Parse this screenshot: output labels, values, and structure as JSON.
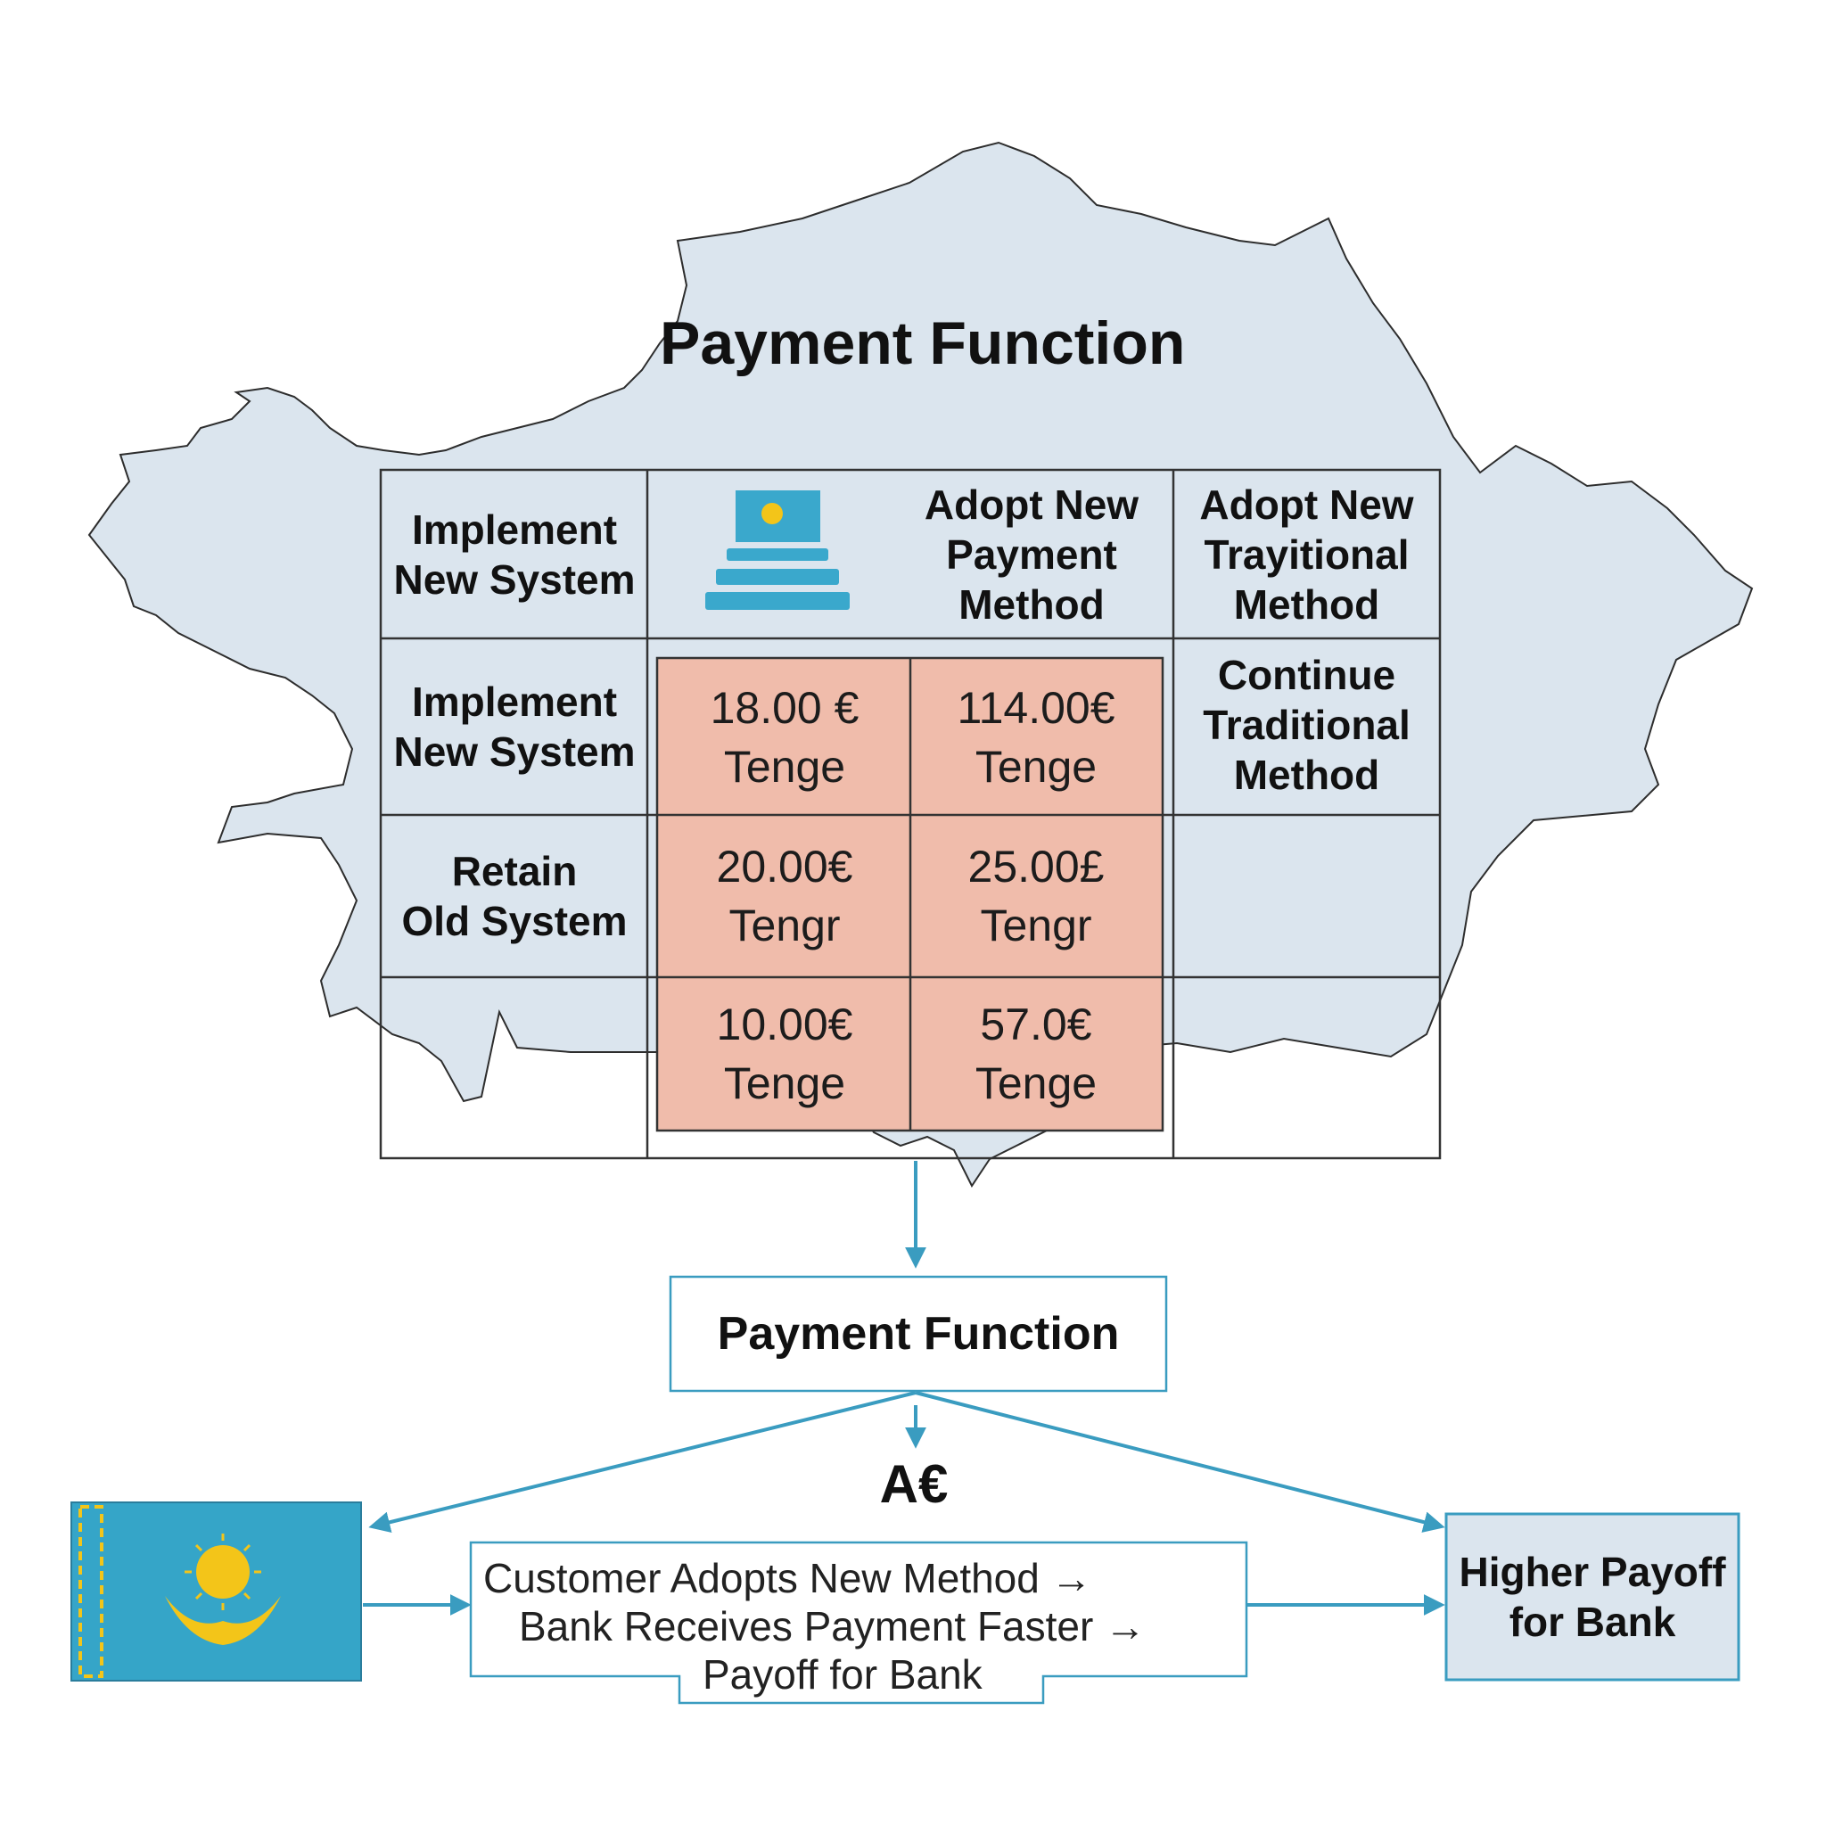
{
  "title": "Payment Function",
  "matrix": {
    "header_row": {
      "col1": "Implement\nNew System",
      "col2": "Adopt New\nPayment\nMethod",
      "col3": "Adopt New\nTrayitional\nMethod"
    },
    "row_labels": [
      "Implement\nNew System",
      "Retain\nOld System"
    ],
    "col3_label": "Continue\nTraditional\nMethod",
    "values": [
      [
        "18.00 €\nTenge",
        "114.00€\nTenge"
      ],
      [
        "20.00€\nTengr",
        "25.00£\nTengr"
      ],
      [
        "10.00€\nTenge",
        "57.0€\nTenge"
      ]
    ]
  },
  "flow": {
    "box_title": "Payment Function",
    "symbol": "A€",
    "chain_lines": [
      "Customer Adopts New Method →",
      "Bank Receives Payment Faster →",
      "Payoff for Bank"
    ],
    "result": "Higher Payoff\nfor Bank"
  },
  "colors": {
    "map_fill": "#dbe5ee",
    "map_stroke": "#2d2d2d",
    "payoff_fill": "#f0bcab",
    "flow_blue": "#3a9cc0",
    "flag_blue": "#35a5c8",
    "flag_gold": "#f3c519"
  },
  "icons": [
    "kazakhstan-map-icon",
    "kazakhstan-flag-icon",
    "payment-terminal-icon"
  ]
}
